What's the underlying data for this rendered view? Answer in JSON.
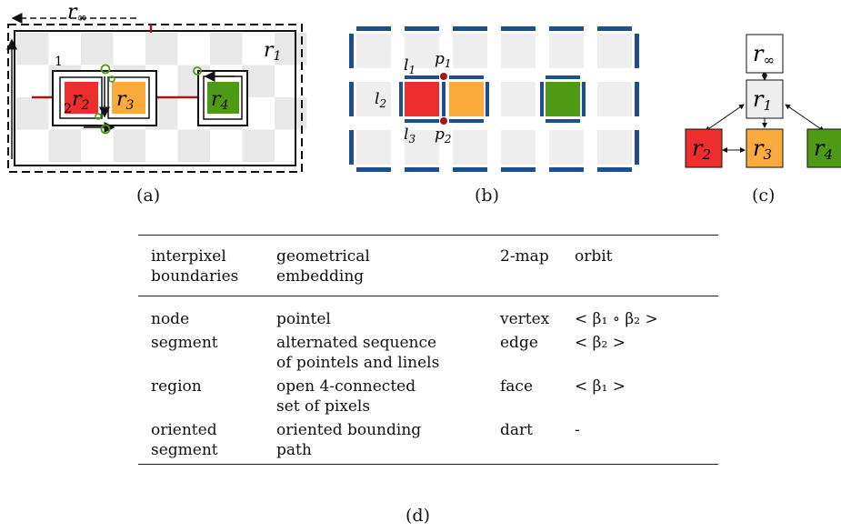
{
  "panel_a": {
    "regions": {
      "r_inf": "r",
      "r_inf_sub": "∞",
      "r1": "r",
      "r1_sub": "1",
      "r2": "r",
      "r2_sub": "2",
      "r3": "r",
      "r3_sub": "3",
      "r4": "r",
      "r4_sub": "4"
    },
    "dart_labels": [
      "1",
      "2"
    ],
    "colors": {
      "r2": "#ee2e2e",
      "r3": "#fbaa3c",
      "r4": "#4e9a14",
      "checker": "#e8e8e8",
      "pointel": "#a01818",
      "green_marker": "#4e9a14"
    }
  },
  "panel_b": {
    "linels": {
      "l1": "l",
      "l1_sub": "1",
      "l2": "l",
      "l2_sub": "2",
      "l3": "l",
      "l3_sub": "3"
    },
    "pointels": {
      "p1": "p",
      "p1_sub": "1",
      "p2": "p",
      "p2_sub": "2"
    },
    "colors": {
      "linel": "#1f4e8c",
      "pointel": "#a01818"
    }
  },
  "panel_c": {
    "nodes": [
      {
        "label": "r",
        "sub": "∞",
        "fill": "#ffffff"
      },
      {
        "label": "r",
        "sub": "1",
        "fill": "#eeeeee"
      },
      {
        "label": "r",
        "sub": "2",
        "fill": "#ee2e2e"
      },
      {
        "label": "r",
        "sub": "3",
        "fill": "#fbaa3c"
      },
      {
        "label": "r",
        "sub": "4",
        "fill": "#4e9a14"
      }
    ]
  },
  "captions": {
    "a": "(a)",
    "b": "(b)",
    "c": "(c)",
    "d": "(d)"
  },
  "table": {
    "headers": [
      [
        "interpixel",
        "boundaries"
      ],
      [
        "geometrical",
        "embedding"
      ],
      [
        "2-map"
      ],
      [
        "orbit"
      ]
    ],
    "rows": [
      {
        "col1": [
          "node"
        ],
        "col2": [
          "pointel"
        ],
        "col3": "vertex",
        "col4": "< β₁ ∘ β₂ >"
      },
      {
        "col1": [
          "segment"
        ],
        "col2": [
          "alternated sequence",
          "of pointels and linels"
        ],
        "col3": "edge",
        "col4": "< β₂ >"
      },
      {
        "col1": [
          "region"
        ],
        "col2": [
          "open 4-connected",
          "set of pixels"
        ],
        "col3": "face",
        "col4": "< β₁ >"
      },
      {
        "col1": [
          "oriented",
          "segment"
        ],
        "col2": [
          "oriented bounding",
          "path"
        ],
        "col3": "dart",
        "col4": "-"
      }
    ]
  }
}
